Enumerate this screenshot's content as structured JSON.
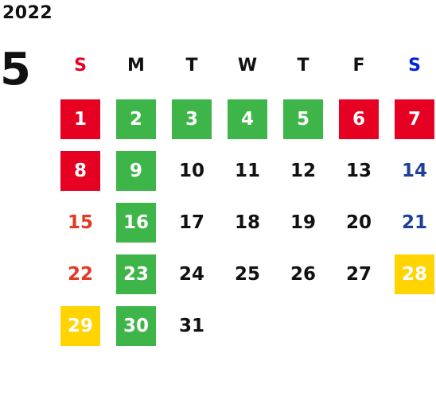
{
  "year": "2022",
  "month": "5",
  "colors": {
    "holiday_red": "#e60022",
    "weekday_green": "#3eb549",
    "special_yellow": "#ffd400",
    "sunday_text": "#e23a24",
    "saturday_text": "#1f3f9a",
    "header_sunday": "#e60022",
    "header_saturday": "#0024d8",
    "default_text": "#111111"
  },
  "weekdays": [
    {
      "label": "S",
      "color": "#e60022"
    },
    {
      "label": "M",
      "color": "#111111"
    },
    {
      "label": "T",
      "color": "#111111"
    },
    {
      "label": "W",
      "color": "#111111"
    },
    {
      "label": "T",
      "color": "#111111"
    },
    {
      "label": "F",
      "color": "#111111"
    },
    {
      "label": "S",
      "color": "#0024d8"
    }
  ],
  "weeks": [
    [
      {
        "day": "1",
        "bg": "#e60022",
        "color": "#ffffff"
      },
      {
        "day": "2",
        "bg": "#3eb549",
        "color": "#ffffff"
      },
      {
        "day": "3",
        "bg": "#3eb549",
        "color": "#ffffff"
      },
      {
        "day": "4",
        "bg": "#3eb549",
        "color": "#ffffff"
      },
      {
        "day": "5",
        "bg": "#3eb549",
        "color": "#ffffff"
      },
      {
        "day": "6",
        "bg": "#e60022",
        "color": "#ffffff"
      },
      {
        "day": "7",
        "bg": "#e60022",
        "color": "#ffffff"
      }
    ],
    [
      {
        "day": "8",
        "bg": "#e60022",
        "color": "#ffffff"
      },
      {
        "day": "9",
        "bg": "#3eb549",
        "color": "#ffffff"
      },
      {
        "day": "10",
        "bg": "",
        "color": "#111111"
      },
      {
        "day": "11",
        "bg": "",
        "color": "#111111"
      },
      {
        "day": "12",
        "bg": "",
        "color": "#111111"
      },
      {
        "day": "13",
        "bg": "",
        "color": "#111111"
      },
      {
        "day": "14",
        "bg": "",
        "color": "#1f3f9a"
      }
    ],
    [
      {
        "day": "15",
        "bg": "",
        "color": "#e23a24"
      },
      {
        "day": "16",
        "bg": "#3eb549",
        "color": "#ffffff"
      },
      {
        "day": "17",
        "bg": "",
        "color": "#111111"
      },
      {
        "day": "18",
        "bg": "",
        "color": "#111111"
      },
      {
        "day": "19",
        "bg": "",
        "color": "#111111"
      },
      {
        "day": "20",
        "bg": "",
        "color": "#111111"
      },
      {
        "day": "21",
        "bg": "",
        "color": "#1f3f9a"
      }
    ],
    [
      {
        "day": "22",
        "bg": "",
        "color": "#e23a24"
      },
      {
        "day": "23",
        "bg": "#3eb549",
        "color": "#ffffff"
      },
      {
        "day": "24",
        "bg": "",
        "color": "#111111"
      },
      {
        "day": "25",
        "bg": "",
        "color": "#111111"
      },
      {
        "day": "26",
        "bg": "",
        "color": "#111111"
      },
      {
        "day": "27",
        "bg": "",
        "color": "#111111"
      },
      {
        "day": "28",
        "bg": "#ffd400",
        "color": "#ffffff"
      }
    ],
    [
      {
        "day": "29",
        "bg": "#ffd400",
        "color": "#ffffff"
      },
      {
        "day": "30",
        "bg": "#3eb549",
        "color": "#ffffff"
      },
      {
        "day": "31",
        "bg": "",
        "color": "#111111"
      }
    ]
  ]
}
